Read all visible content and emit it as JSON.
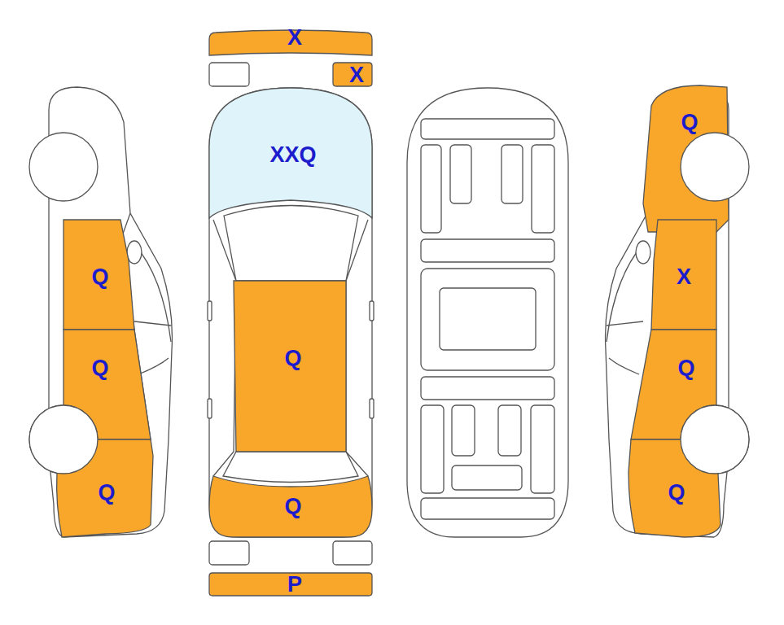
{
  "diagram": {
    "nodes": [
      {
        "text": [
          "X"
        ]
      },
      {
        "text": [
          "X"
        ]
      },
      {
        "text": [
          "Q"
        ]
      },
      {
        "text": [
          "XXQ"
        ]
      },
      {
        "text": [
          "Q"
        ]
      },
      {
        "text": [
          "X"
        ]
      },
      {
        "text": [
          "Q"
        ]
      },
      {
        "text": [
          "Q"
        ]
      },
      {
        "text": [
          "Q"
        ]
      },
      {
        "text": [
          "Q"
        ]
      },
      {
        "text": [
          "Q"
        ]
      },
      {
        "text": [
          "Q"
        ]
      },
      {
        "text": [
          "P"
        ]
      }
    ]
  }
}
